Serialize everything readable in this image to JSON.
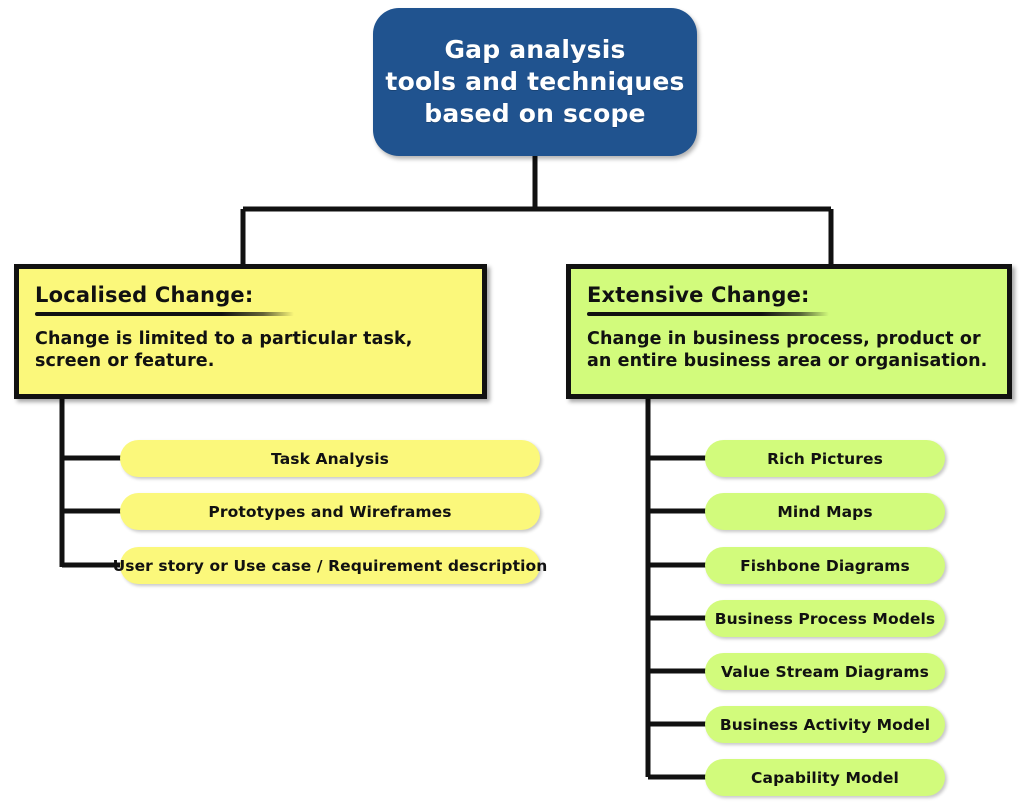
{
  "diagram": {
    "title": "Gap analysis\ntools and techniques\nbased on scope",
    "colors": {
      "title_fill": "#20538F",
      "title_text": "#FFFFFF",
      "localised_fill": "#FBF87B",
      "extensive_fill": "#D2FB7C",
      "outline": "#111111",
      "background": "#FFFFFF"
    },
    "branches": [
      {
        "heading": "Localised Change:",
        "description": "Change is limited to a particular task, screen or feature.",
        "fill": "#FBF87B",
        "items": [
          "Task Analysis",
          "Prototypes and Wireframes",
          "User story or Use case / Requirement description"
        ]
      },
      {
        "heading": "Extensive Change:",
        "description": "Change in business process, product or an entire business area or organisation.",
        "fill": "#D2FB7C",
        "items": [
          "Rich Pictures",
          "Mind Maps",
          "Fishbone Diagrams",
          "Business Process Models",
          "Value Stream Diagrams",
          "Business Activity Model",
          "Capability Model"
        ]
      }
    ]
  }
}
